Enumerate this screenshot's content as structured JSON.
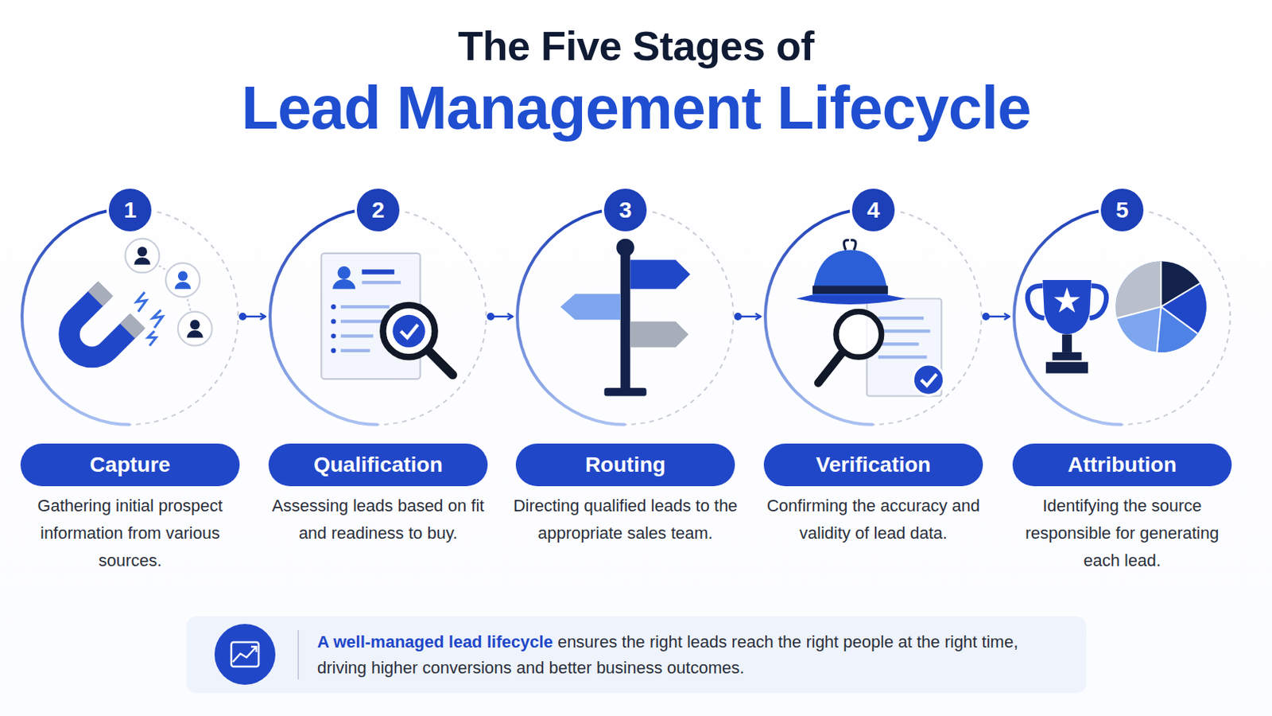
{
  "diagram": {
    "title": "The Five Stages of",
    "nodes": [
      {
        "text": [
          "1"
        ]
      },
      {
        "text": [
          "Capture",
          "Gathering initial prospect information from various sources."
        ]
      },
      {
        "text": [
          "2"
        ]
      },
      {
        "text": [
          "Qualification",
          "Assessing leads based on fit and readiness to buy."
        ]
      },
      {
        "text": [
          "3"
        ]
      },
      {
        "text": [
          "Routing",
          "Directing qualified leads to the appropriate sales team."
        ]
      },
      {
        "text": [
          "4"
        ]
      },
      {
        "text": [
          "Verification",
          "Confirming the accuracy and validity of lead data."
        ]
      },
      {
        "text": [
          "5"
        ]
      },
      {
        "text": [
          "Attribution",
          "Identifying the source responsible for generating each lead."
        ]
      },
      {
        "text": [
          "A well-managed lead lifecycle",
          "ensures the right leads reach the right people at the right time, driving higher conversions and better business outcomes."
        ]
      }
    ],
    "edges": [
      {
        "from": 0,
        "to": 2,
        "arrow": "to"
      },
      {
        "from": 2,
        "to": 4,
        "arrow": "to"
      },
      {
        "from": 4,
        "to": 6,
        "arrow": "to"
      },
      {
        "from": 6,
        "to": 8,
        "arrow": "to"
      }
    ],
    "labels": [
      "Lead Management Lifecycle"
    ]
  }
}
